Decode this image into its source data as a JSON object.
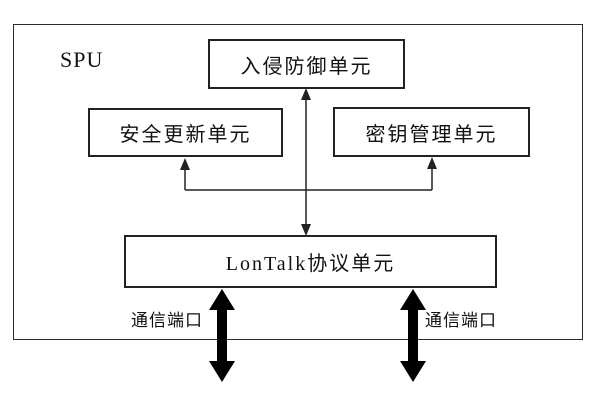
{
  "diagram": {
    "container_label": "SPU",
    "boxes": {
      "intrusion_prevention": {
        "label": "入侵防御单元"
      },
      "security_update": {
        "label": "安全更新单元"
      },
      "key_management": {
        "label": "密钥管理单元"
      },
      "lontalk": {
        "label": "LonTalk协议单元"
      }
    },
    "port_labels": {
      "left": "通信端口",
      "right": "通信端口"
    },
    "colors": {
      "line": "#222222",
      "background": "#ffffff",
      "box_fill": "#ffffff"
    }
  }
}
